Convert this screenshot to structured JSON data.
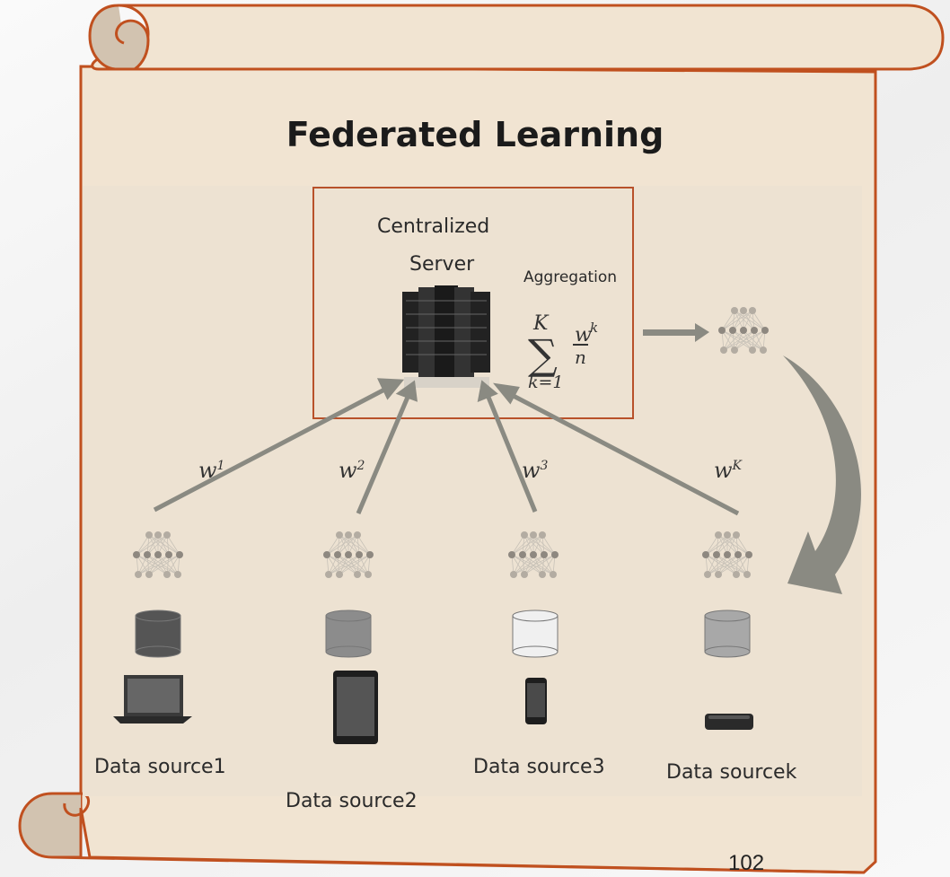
{
  "title": "Federated Learning",
  "server": {
    "label_line1": "Centralized",
    "label_line2": "Server",
    "aggregation_label": "Aggregation",
    "formula": {
      "upper_limit": "K",
      "sum_symbol": "∑",
      "lower_limit": "k=1",
      "numerator": "w",
      "numerator_sup": "k",
      "denominator": "n"
    }
  },
  "weights": [
    {
      "base": "w",
      "sup": "1"
    },
    {
      "base": "w",
      "sup": "2"
    },
    {
      "base": "w",
      "sup": "3"
    },
    {
      "base": "w",
      "sup": "K"
    }
  ],
  "sources": [
    {
      "label": "Data source1",
      "device": "laptop-icon",
      "db_color": "#555555"
    },
    {
      "label": "Data source2",
      "device": "tablet-icon",
      "db_color": "#8c8c8c"
    },
    {
      "label": "Data source3",
      "device": "phone-icon",
      "db_color": "#f0f0f0"
    },
    {
      "label": "Data sourcek",
      "device": "set-top-box-icon",
      "db_color": "#a8a8a8"
    }
  ],
  "page_number": "102",
  "colors": {
    "scroll_fill": "#f1e4d2",
    "scroll_stroke": "#c0501f",
    "server_box": "#b8512a",
    "arrow": "#8a8a82"
  }
}
